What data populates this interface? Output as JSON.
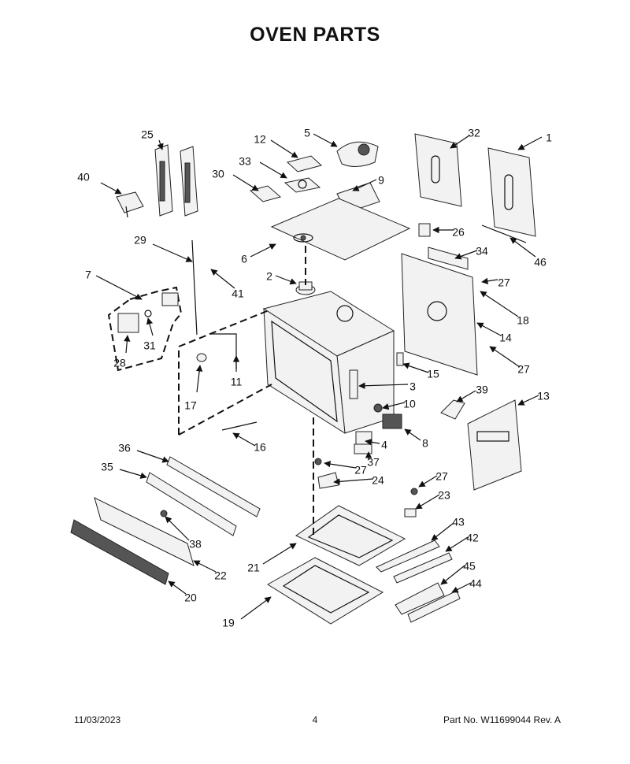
{
  "page": {
    "title": "OVEN PARTS",
    "date": "11/03/2023",
    "page_number": "4",
    "part_number": "Part No.  W11699044  Rev.  A"
  },
  "callouts": [
    {
      "id": "c1",
      "label": "1"
    },
    {
      "id": "c2",
      "label": "2"
    },
    {
      "id": "c3",
      "label": "3"
    },
    {
      "id": "c4",
      "label": "4"
    },
    {
      "id": "c5",
      "label": "5"
    },
    {
      "id": "c6",
      "label": "6"
    },
    {
      "id": "c7",
      "label": "7"
    },
    {
      "id": "c8",
      "label": "8"
    },
    {
      "id": "c9",
      "label": "9"
    },
    {
      "id": "c10",
      "label": "10"
    },
    {
      "id": "c11",
      "label": "11"
    },
    {
      "id": "c12",
      "label": "12"
    },
    {
      "id": "c13",
      "label": "13"
    },
    {
      "id": "c14",
      "label": "14"
    },
    {
      "id": "c15",
      "label": "15"
    },
    {
      "id": "c16",
      "label": "16"
    },
    {
      "id": "c17",
      "label": "17"
    },
    {
      "id": "c18",
      "label": "18"
    },
    {
      "id": "c19",
      "label": "19"
    },
    {
      "id": "c20",
      "label": "20"
    },
    {
      "id": "c21",
      "label": "21"
    },
    {
      "id": "c22",
      "label": "22"
    },
    {
      "id": "c23",
      "label": "23"
    },
    {
      "id": "c24",
      "label": "24"
    },
    {
      "id": "c25",
      "label": "25"
    },
    {
      "id": "c26",
      "label": "26"
    },
    {
      "id": "c27a",
      "label": "27"
    },
    {
      "id": "c27b",
      "label": "27"
    },
    {
      "id": "c27c",
      "label": "27"
    },
    {
      "id": "c27d",
      "label": "27"
    },
    {
      "id": "c28",
      "label": "28"
    },
    {
      "id": "c29",
      "label": "29"
    },
    {
      "id": "c30",
      "label": "30"
    },
    {
      "id": "c31",
      "label": "31"
    },
    {
      "id": "c32",
      "label": "32"
    },
    {
      "id": "c33",
      "label": "33"
    },
    {
      "id": "c34",
      "label": "34"
    },
    {
      "id": "c35",
      "label": "35"
    },
    {
      "id": "c36",
      "label": "36"
    },
    {
      "id": "c37",
      "label": "37"
    },
    {
      "id": "c38",
      "label": "38"
    },
    {
      "id": "c39",
      "label": "39"
    },
    {
      "id": "c40",
      "label": "40"
    },
    {
      "id": "c41",
      "label": "41"
    },
    {
      "id": "c42",
      "label": "42"
    },
    {
      "id": "c43",
      "label": "43"
    },
    {
      "id": "c44",
      "label": "44"
    },
    {
      "id": "c45",
      "label": "45"
    },
    {
      "id": "c46",
      "label": "46"
    }
  ]
}
